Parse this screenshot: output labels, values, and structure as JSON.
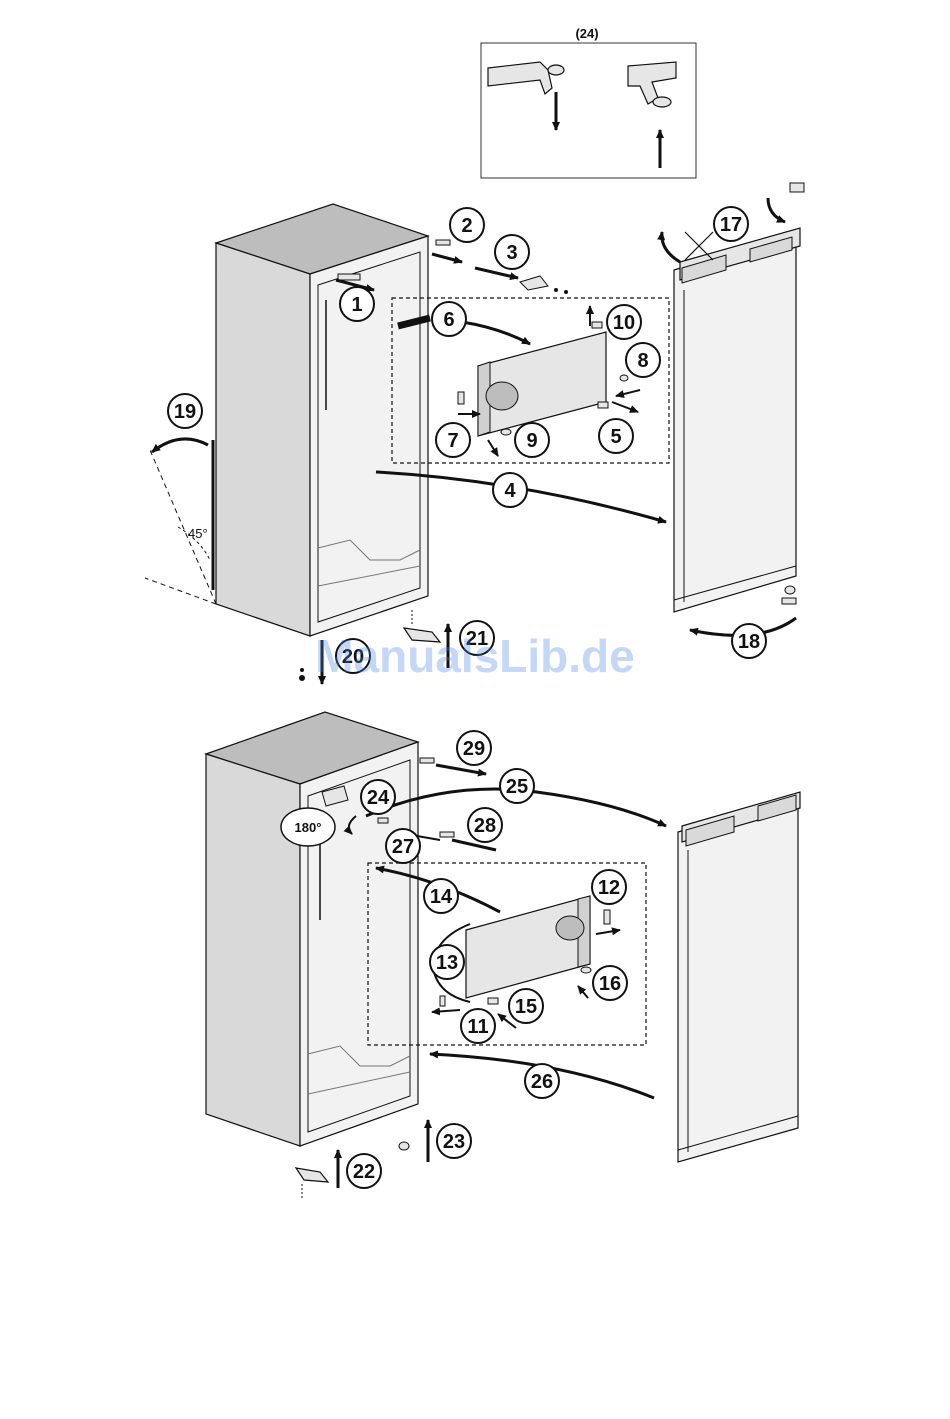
{
  "inset": {
    "label": "(24)"
  },
  "angle_labels": {
    "tilt": "45°",
    "rotate": "180°"
  },
  "watermark": "ManualsLib.de",
  "callouts": [
    "1",
    "2",
    "3",
    "4",
    "5",
    "6",
    "7",
    "8",
    "9",
    "10",
    "11",
    "12",
    "13",
    "14",
    "15",
    "16",
    "17",
    "18",
    "19",
    "20",
    "21",
    "22",
    "23",
    "24",
    "25",
    "26",
    "27",
    "28",
    "29"
  ],
  "colors": {
    "line": "#111111",
    "cabinet_side": "#d9d9d9",
    "cabinet_top": "#bdbdbd",
    "cabinet_front": "#f2f2f2",
    "panel": "#e6e6e6",
    "watermark": "#4a86e8"
  }
}
